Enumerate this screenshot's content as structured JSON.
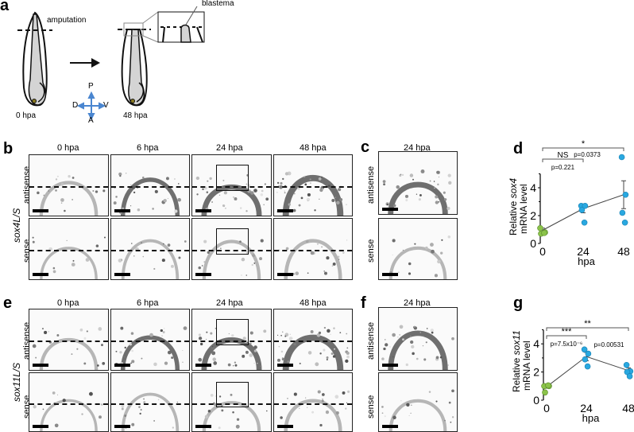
{
  "panel_letters": {
    "a": "a",
    "b": "b",
    "c": "c",
    "d": "d",
    "e": "e",
    "f": "f",
    "g": "g"
  },
  "schematic": {
    "amputation": "amputation",
    "blastema": "blastema",
    "stage_0": "0 hpa",
    "stage_48": "48 hpa",
    "axes": {
      "top": "P",
      "bottom": "A",
      "left": "D",
      "right": "V"
    },
    "axis_color": "#4a86d0",
    "tissue_color": "#d4d4d4"
  },
  "panel_b": {
    "gene": "sox4L/S",
    "rows": [
      "antisense",
      "sense"
    ],
    "columns": [
      "0 hpa",
      "6 hpa",
      "24 hpa",
      "48 hpa"
    ]
  },
  "panel_c": {
    "column": "24 hpa",
    "rows": [
      "antisense",
      "sense"
    ]
  },
  "panel_e": {
    "gene": "sox11L/S",
    "rows": [
      "antisense",
      "sense"
    ],
    "columns": [
      "0 hpa",
      "6 hpa",
      "24 hpa",
      "48 hpa"
    ]
  },
  "panel_f": {
    "column": "24 hpa",
    "rows": [
      "antisense",
      "sense"
    ]
  },
  "chart_data": [
    {
      "type": "scatter",
      "panel": "d",
      "ylabel_gene": "sox4",
      "ylabel_pre": "Relative ",
      "ylabel_post": "mRNA level",
      "xlabel": "hpa",
      "x": [
        0,
        24,
        48
      ],
      "xticks": [
        "0",
        "24",
        "48"
      ],
      "yticks": [
        0,
        2,
        4
      ],
      "ylim": [
        0,
        5
      ],
      "points": [
        [
          1.1,
          0.8,
          0.7,
          0.75
        ],
        [
          2.7,
          2.7,
          2.4,
          1.5
        ],
        [
          6.2,
          3.5,
          2.2,
          1.5
        ]
      ],
      "means": [
        0.95,
        2.5,
        3.5
      ],
      "errors": [
        0.15,
        0.3,
        1.0
      ],
      "brackets": [
        {
          "from": 0,
          "to": 24,
          "stars": "NS",
          "p": "p=0.221"
        },
        {
          "from": 0,
          "to": 48,
          "stars": "*",
          "p": "p=0.0373"
        }
      ],
      "colors": {
        "h0": "#8bc34a",
        "later": "#29a8e0"
      }
    },
    {
      "type": "scatter",
      "panel": "g",
      "ylabel_gene": "sox11",
      "ylabel_pre": "Relative ",
      "ylabel_post": "mRNA level",
      "xlabel": "hpa",
      "x": [
        0,
        24,
        48
      ],
      "xticks": [
        "0",
        "24",
        "48"
      ],
      "yticks": [
        0,
        2,
        4
      ],
      "ylim": [
        0,
        5
      ],
      "points": [
        [
          1.0,
          1.0,
          0.55,
          1.05
        ],
        [
          3.6,
          3.3,
          2.9,
          2.4
        ],
        [
          2.5,
          2.05,
          2.0,
          1.7
        ]
      ],
      "means": [
        0.95,
        3.1,
        2.1
      ],
      "errors": [
        0.1,
        0.3,
        0.2
      ],
      "brackets": [
        {
          "from": 0,
          "to": 24,
          "stars": "***",
          "p": "p=7.5x10⁻⁶"
        },
        {
          "from": 0,
          "to": 48,
          "stars": "**",
          "p": "p=0.00531"
        }
      ],
      "colors": {
        "h0": "#8bc34a",
        "later": "#29a8e0"
      }
    }
  ]
}
